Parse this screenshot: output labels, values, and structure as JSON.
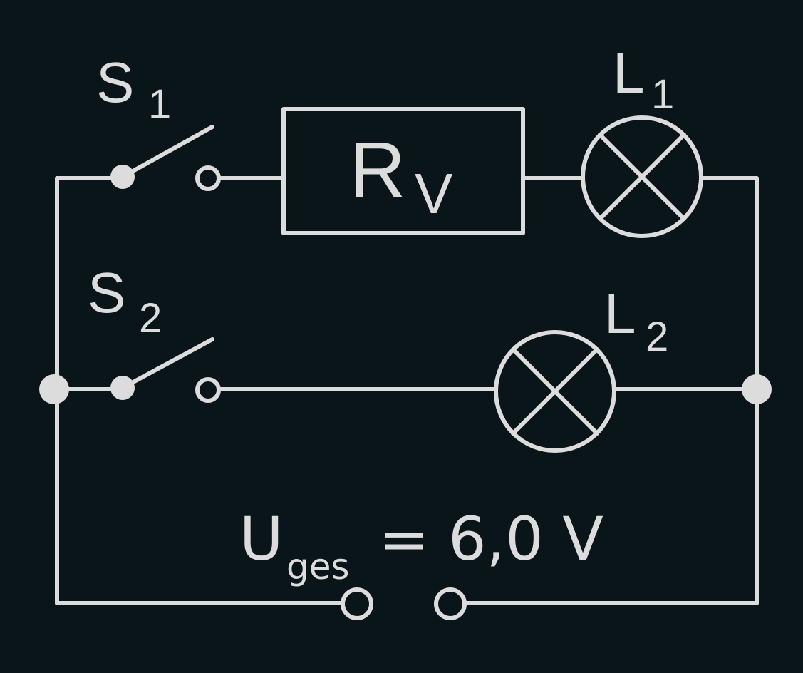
{
  "switch_1": {
    "symbol": "S",
    "index": "1"
  },
  "switch_2": {
    "symbol": "S",
    "index": "2"
  },
  "resistor": {
    "symbol": "R",
    "index": "V"
  },
  "lamp_1": {
    "symbol": "L",
    "index": "1"
  },
  "lamp_2": {
    "symbol": "L",
    "index": "2"
  },
  "voltage": {
    "symbol": "U",
    "index": "ges",
    "value": "= 6,0 V"
  },
  "colors": {
    "background": "#0a151a",
    "lines": "#dcdcdc"
  }
}
